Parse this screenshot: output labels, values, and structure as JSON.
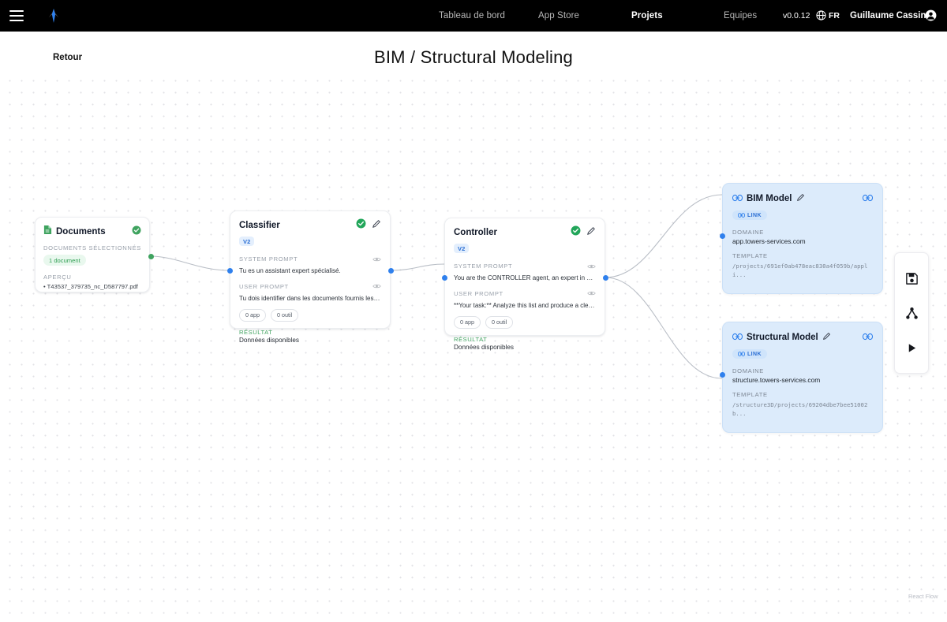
{
  "topbar": {
    "menu_icon": "hamburger-icon",
    "logo_icon": "tower-logo-icon",
    "nav": [
      {
        "label": "Tableau de bord",
        "active": false
      },
      {
        "label": "App Store",
        "active": false
      },
      {
        "label": "Projets",
        "active": true
      },
      {
        "label": "Equipes",
        "active": false
      }
    ],
    "version": "v0.0.12",
    "globe_icon": "globe-icon",
    "language": "FR",
    "username": "Guillaume Cassin",
    "avatar_icon": "user-avatar-icon"
  },
  "header": {
    "back_label": "Retour",
    "title": "BIM / Structural Modeling"
  },
  "colors": {
    "accent_blue": "#2f80ed",
    "success_green": "#3fa35f",
    "link_node_bg": "#dcebfb",
    "topbar_bg": "#000000"
  },
  "nodes": {
    "documents": {
      "title": "Documents",
      "icon": "document-file-icon",
      "status_icon": "check-circle-icon",
      "section_label": "DOCUMENTS SÉLECTIONNÉS",
      "count_badge": "1 document",
      "preview_label": "APERÇU",
      "file": "• T43537_379735_nc_D587797.pdf"
    },
    "classifier": {
      "title": "Classifier",
      "status_icon": "check-circle-icon",
      "edit_icon": "pencil-icon",
      "version_badge": "V2",
      "system_prompt_label": "SYSTEM PROMPT",
      "system_prompt_value": "Tu es un assistant expert spécialisé.",
      "user_prompt_label": "USER PROMPT",
      "user_prompt_value": "Tu dois identifier dans les documents fournis les élé…",
      "eye_icon": "eye-icon",
      "pills": [
        "0 app",
        "0 outil"
      ],
      "result_label": "RÉSULTAT",
      "result_value": "Données disponibles"
    },
    "controller": {
      "title": "Controller",
      "status_icon": "check-circle-icon",
      "edit_icon": "pencil-icon",
      "version_badge": "V2",
      "system_prompt_label": "SYSTEM PROMPT",
      "system_prompt_value": "You are the CONTROLLER agent, an expert in Data…",
      "user_prompt_label": "USER PROMPT",
      "user_prompt_value": "**Your task:** Analyze this list and produce a cleane…",
      "eye_icon": "eye-icon",
      "pills": [
        "0 app",
        "0 outil"
      ],
      "result_label": "RÉSULTAT",
      "result_value": "Données disponibles"
    },
    "bim_model": {
      "title": "BIM Model",
      "link_icon": "link-icon",
      "edit_icon": "pencil-icon",
      "external_icon": "link-icon",
      "type_badge": "LINK",
      "domain_label": "DOMAINE",
      "domain_value": "app.towers-services.com",
      "template_label": "TEMPLATE",
      "template_value": "/projects/691ef0ab478eac830a4f059b/appl\ni..."
    },
    "structural_model": {
      "title": "Structural Model",
      "link_icon": "link-icon",
      "edit_icon": "pencil-icon",
      "external_icon": "link-icon",
      "type_badge": "LINK",
      "domain_label": "DOMAINE",
      "domain_value": "structure.towers-services.com",
      "template_label": "TEMPLATE",
      "template_value": "/structure3D/projects/69204dbe7bee51002\nb..."
    }
  },
  "tool_panel": {
    "tools": [
      {
        "name": "save-icon",
        "title": "Save"
      },
      {
        "name": "layout-graph-icon",
        "title": "Auto layout"
      },
      {
        "name": "play-icon",
        "title": "Run"
      }
    ]
  },
  "attribution": "React Flow"
}
